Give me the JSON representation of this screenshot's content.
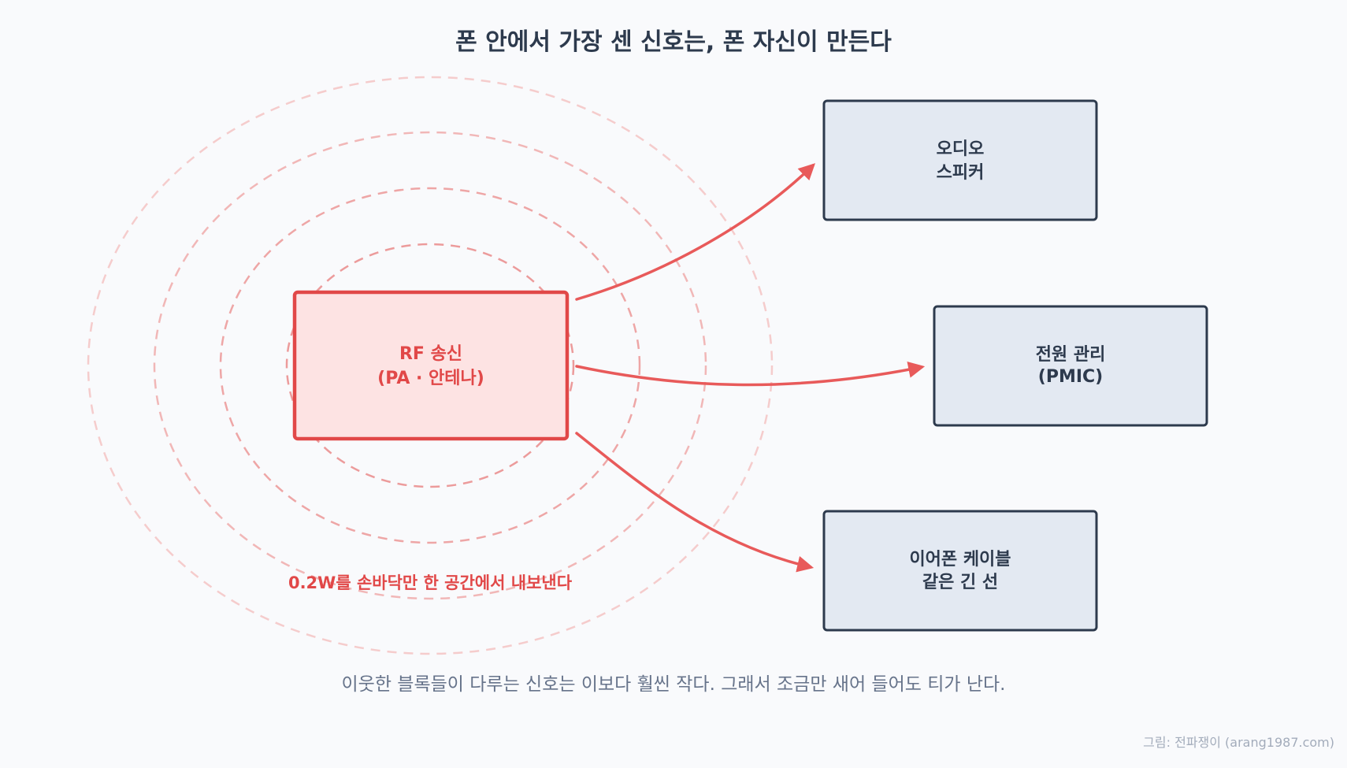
{
  "title": "폰 안에서 가장 센 신호는, 폰 자신이 만든다",
  "source": {
    "line1": "RF 송신",
    "line2": "(PA · 안테나)",
    "power_note": "0.2W를 손바닥만 한 공간에서 내보낸다"
  },
  "targets": [
    {
      "line1": "오디오",
      "line2": "스피커"
    },
    {
      "line1": "전원 관리",
      "line2": "(PMIC)"
    },
    {
      "line1": "이어폰 케이블",
      "line2": "같은 긴 선"
    }
  ],
  "caption": "이웃한 블록들이 다루는 신호는 이보다 훨씬 작다. 그래서 조금만 새어 들어도 티가 난다.",
  "credit": "그림: 전파쟁이 (arang1987.com)",
  "colors": {
    "accent": "#e14848",
    "accent_fill": "#fde3e3",
    "box_fill": "#e3e9f2",
    "box_stroke": "#2d3a4d",
    "text_dark": "#2d3a4d",
    "caption": "#66738a",
    "background": "#f9fafc"
  }
}
